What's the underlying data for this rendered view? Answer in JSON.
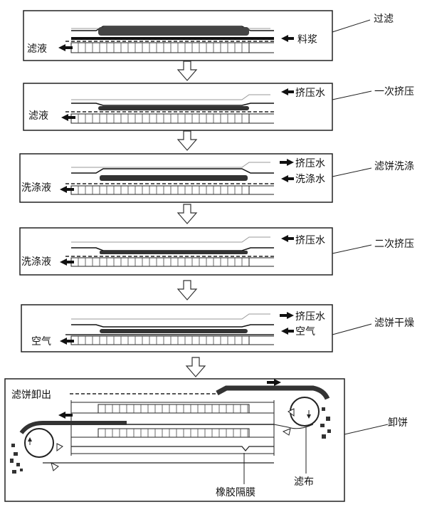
{
  "stages": [
    {
      "id": "filtration",
      "title": "过滤",
      "left_label": "滤液",
      "right_labels": [
        "料浆"
      ]
    },
    {
      "id": "first-squeeze",
      "title": "一次挤压",
      "left_label": "滤液",
      "right_labels": [
        "挤压水"
      ]
    },
    {
      "id": "cake-washing",
      "title": "滤饼洗涤",
      "left_label": "洗涤液",
      "right_labels": [
        "挤压水",
        "洗涤水"
      ]
    },
    {
      "id": "second-squeeze",
      "title": "二次挤压",
      "left_label": "洗涤液",
      "right_labels": [
        "挤压水"
      ]
    },
    {
      "id": "cake-drying",
      "title": "滤饼干燥",
      "left_label": "空气",
      "right_labels": [
        "挤压水",
        "空气"
      ]
    }
  ],
  "discharge": {
    "title": "卸饼",
    "top_label": "滤饼卸出",
    "membrane_label": "橡胶隔膜",
    "cloth_label": "滤布"
  },
  "colors": {
    "line": "#111111",
    "box": "#222222",
    "cake": "#555555",
    "arrow": "#ffffff"
  }
}
